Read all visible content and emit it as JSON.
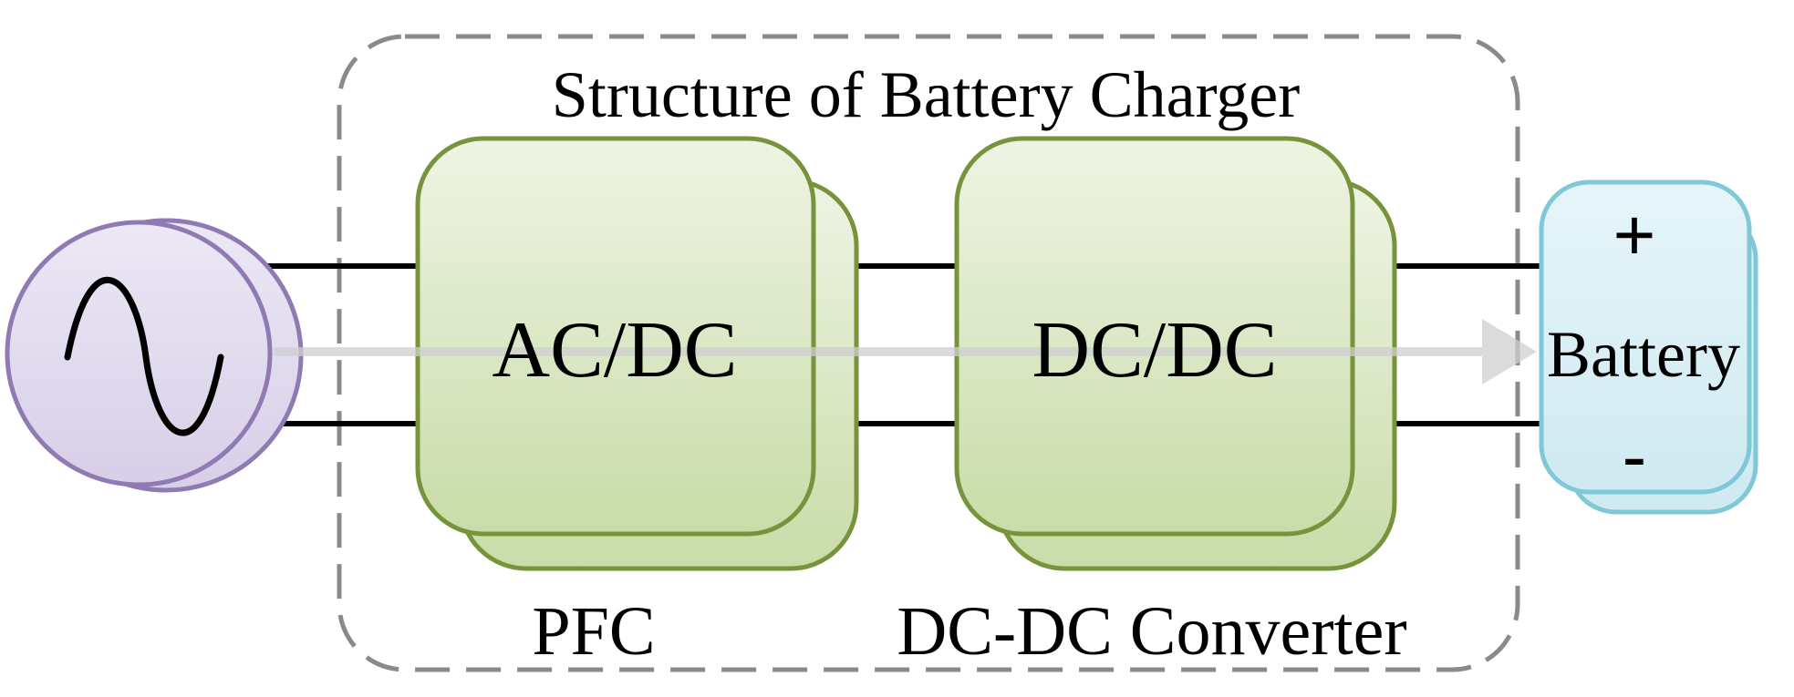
{
  "diagram": {
    "title": "Structure of Battery Charger",
    "blocks": {
      "acdc": {
        "label": "AC/DC",
        "caption": "PFC"
      },
      "dcdc": {
        "label": "DC/DC",
        "caption": "DC-DC Converter"
      },
      "battery": {
        "label": "Battery",
        "plus": "+",
        "minus": "-"
      }
    },
    "source": {
      "icon": "ac-source-icon"
    }
  },
  "colors": {
    "boundary": "#8a8a8a",
    "converter_stroke": "#77933c",
    "converter_fill_light": "#eef4e4",
    "converter_fill_dark": "#c9dca8",
    "source_stroke": "#8f7ab3",
    "source_fill": "#e2dcef",
    "battery_stroke": "#7ec8d8",
    "battery_fill": "#dcf0f5",
    "wire": "#000000",
    "flow_arrow": "#cccccc"
  }
}
